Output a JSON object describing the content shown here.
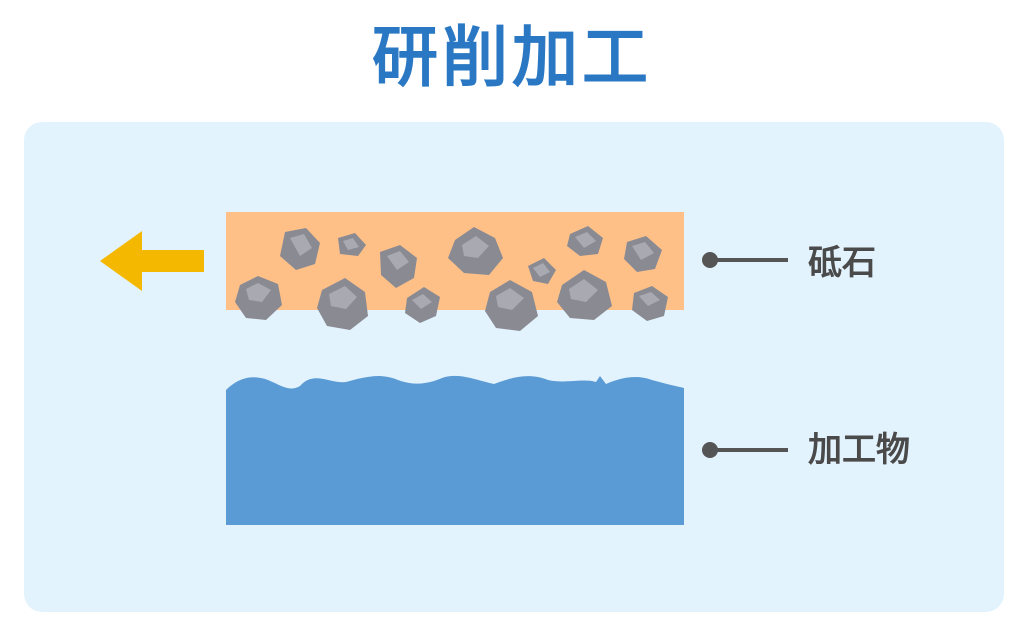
{
  "title": "研削加工",
  "labels": {
    "grindstone": "砥石",
    "workpiece": "加工物"
  },
  "colors": {
    "title": "#2a78c4",
    "panel_background": "#e3f3fd",
    "grindstone": "#ffc088",
    "workpiece": "#5b9bd5",
    "arrow": "#f5b800",
    "abrasive_grain": "#8a8a92",
    "leader_line": "#555555"
  },
  "icons": {
    "direction": "arrow-left-icon",
    "grains": "rock-icon"
  }
}
